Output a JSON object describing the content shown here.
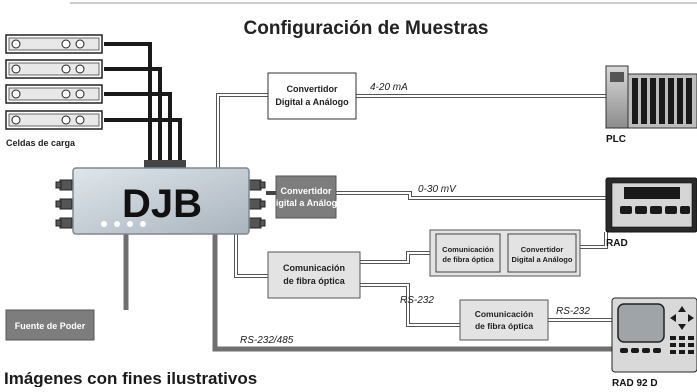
{
  "title": "Configuración de Muestras",
  "footer_note": "Imágenes con fines ilustrativos",
  "load_cells": {
    "label": "Celdas de carga",
    "count": 4
  },
  "djb": {
    "label": "DJB"
  },
  "power_supply": {
    "label": "Fuente de Poder"
  },
  "converters": {
    "plc": {
      "line1": "Convertidor",
      "line2": "Digital a Análogo"
    },
    "rad": {
      "line1": "Convertidor",
      "line2": "Digital a Análogo"
    },
    "fiber_pair": {
      "line1": "Convertidor",
      "line2": "Digital a Análogo"
    }
  },
  "fiber_links": {
    "main": {
      "line1": "Comunicación",
      "line2": "de fibra óptica"
    },
    "upper": {
      "line1": "Comunicación",
      "line2": "de fibra óptica"
    },
    "lower": {
      "line1": "Comunicación",
      "line2": "de fibra óptica"
    }
  },
  "signals": {
    "ma": "4-20 mA",
    "mv": "0-30 mV",
    "rs232_a": "RS-232",
    "rs232_b": "RS-232",
    "rs232_485": "RS-232/485"
  },
  "devices": {
    "plc": "PLC",
    "rad": "RAD",
    "rad92": "RAD 92 D"
  },
  "colors": {
    "cable_dark": "#1a1a1a",
    "cable_gray": "#707070",
    "box_gray": "#7d7d7d",
    "box_light": "#e3e3e3"
  }
}
